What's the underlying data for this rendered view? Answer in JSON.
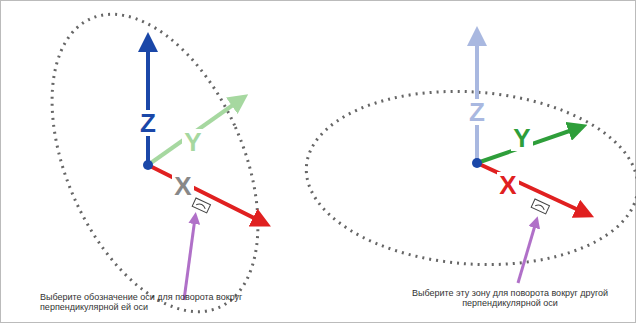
{
  "diagram": {
    "labels": [
      "Z",
      "Y",
      "X",
      "Выберите обозначение оси для поворота вокруг перпендикулярной ей оси",
      "Z",
      "Y",
      "X",
      "Выберите эту зону для поворота вокруг другой перпендикулярной оси"
    ]
  }
}
